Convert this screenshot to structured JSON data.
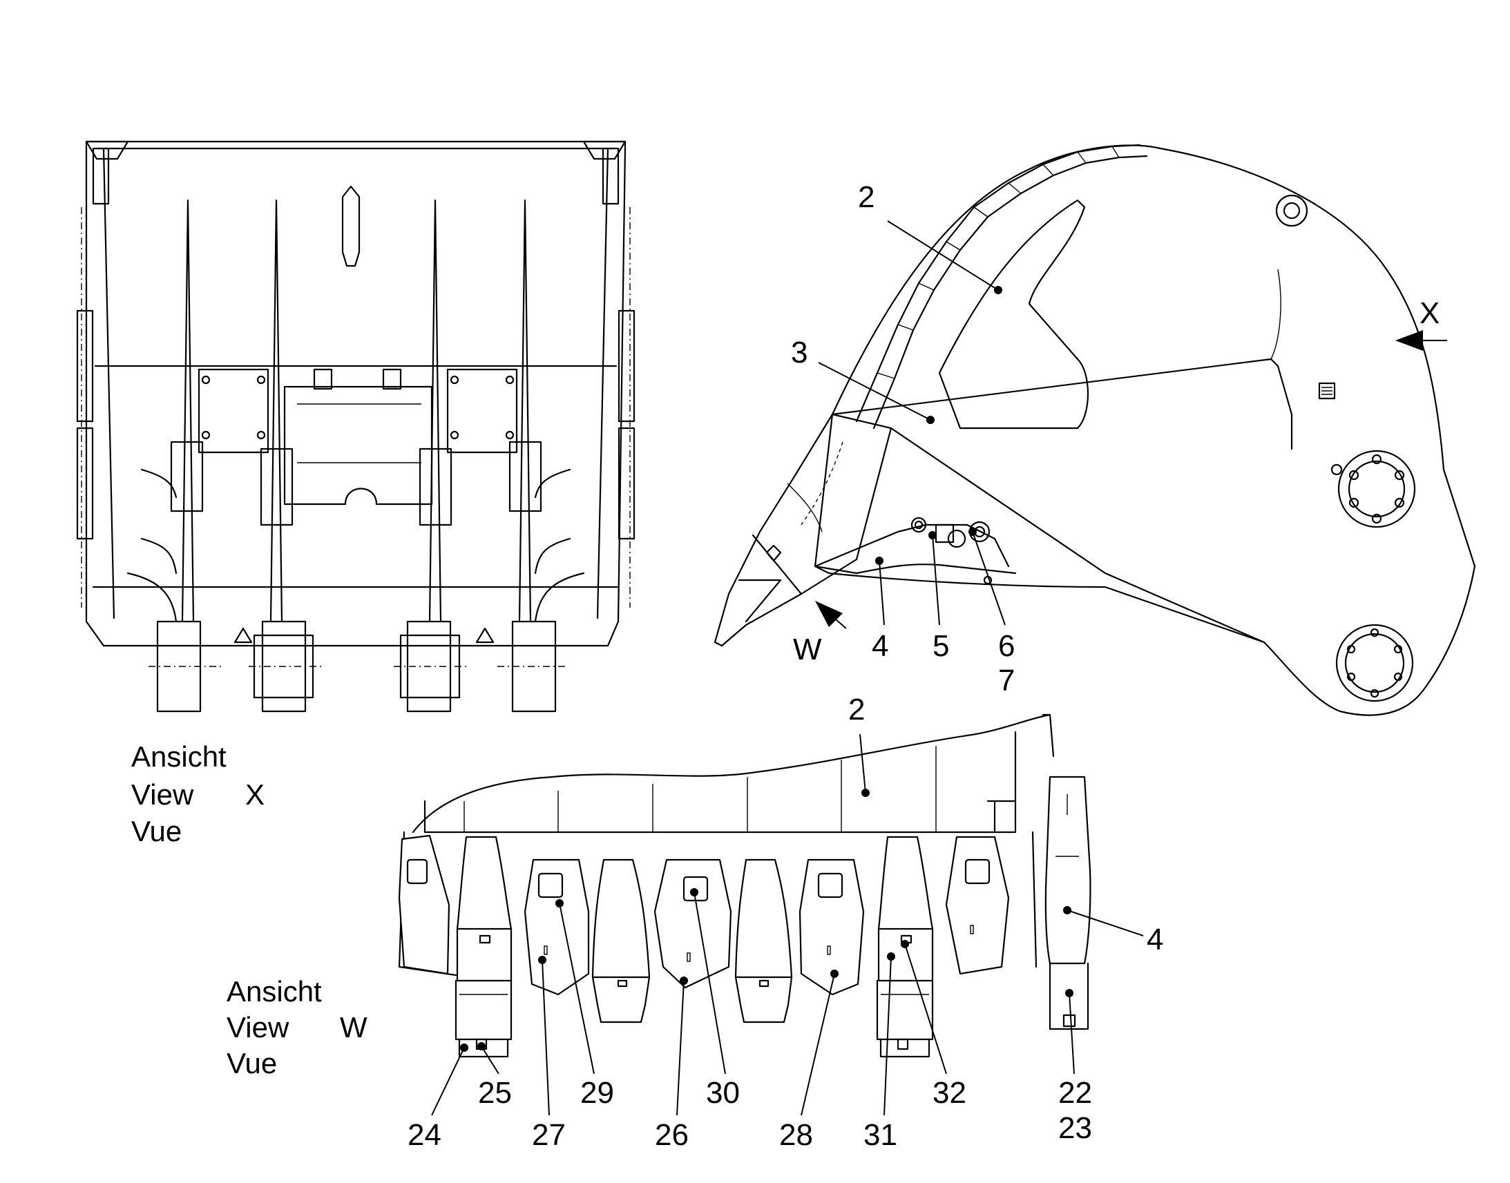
{
  "views": {
    "view_x": {
      "line1": "Ansicht",
      "line2": "View",
      "line3": "Vue",
      "letter": "X"
    },
    "view_w": {
      "line1": "Ansicht",
      "line2": "View",
      "line3": "Vue",
      "letter": "W"
    }
  },
  "arrows": {
    "x": "X",
    "w": "W"
  },
  "side_callouts": [
    "2",
    "3",
    "4",
    "5",
    "6",
    "7"
  ],
  "bottom_callouts": [
    "2",
    "4",
    "22",
    "23",
    "24",
    "25",
    "26",
    "27",
    "28",
    "29",
    "30",
    "31",
    "32"
  ]
}
